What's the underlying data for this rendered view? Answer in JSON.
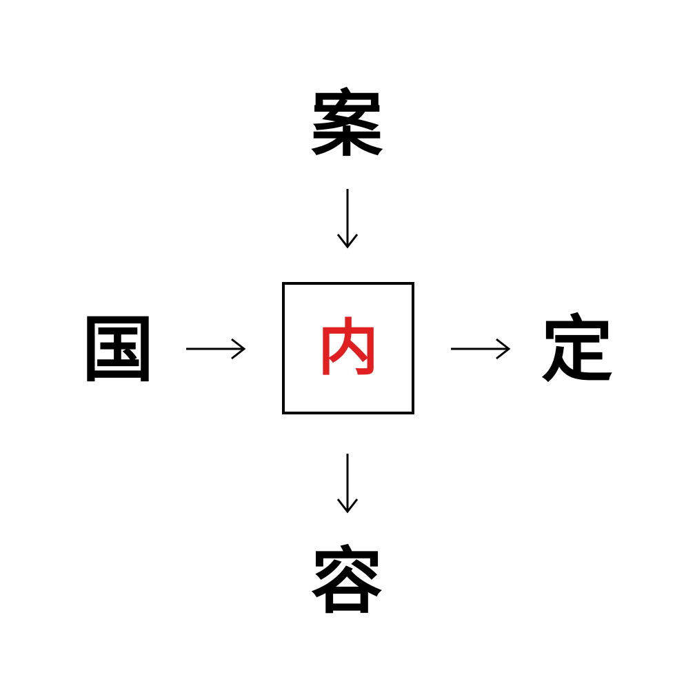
{
  "puzzle": {
    "top": "案",
    "left": "国",
    "right": "定",
    "bottom": "容",
    "answer": "内",
    "answer_color": "#e02020",
    "text_color": "#000000"
  }
}
